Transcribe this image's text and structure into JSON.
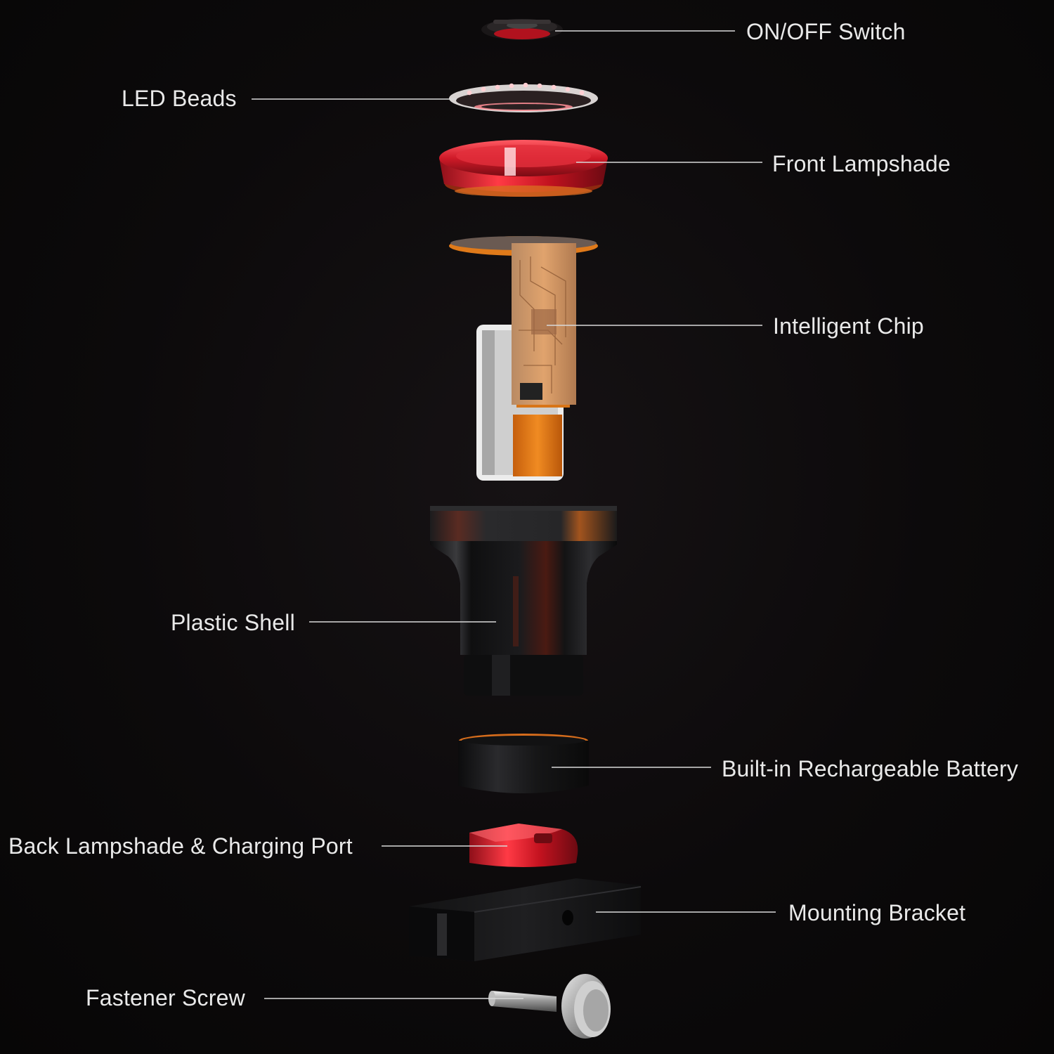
{
  "diagram": {
    "labels": {
      "on_off_switch": "ON/OFF Switch",
      "led_beads": "LED Beads",
      "front_lampshade": "Front Lampshade",
      "intelligent_chip": "Intelligent Chip",
      "plastic_shell": "Plastic Shell",
      "battery": "Built-in Rechargeable Battery",
      "back_lampshade": "Back Lampshade & Charging Port",
      "mounting_bracket": "Mounting Bracket",
      "fastener_screw": "Fastener Screw"
    },
    "colors": {
      "background": "#0b0909",
      "lampshade_red": "#d01a28",
      "pcb_orange": "#e07818",
      "shell_black": "#1a1a1c",
      "label_text": "#e9e9e9"
    }
  }
}
